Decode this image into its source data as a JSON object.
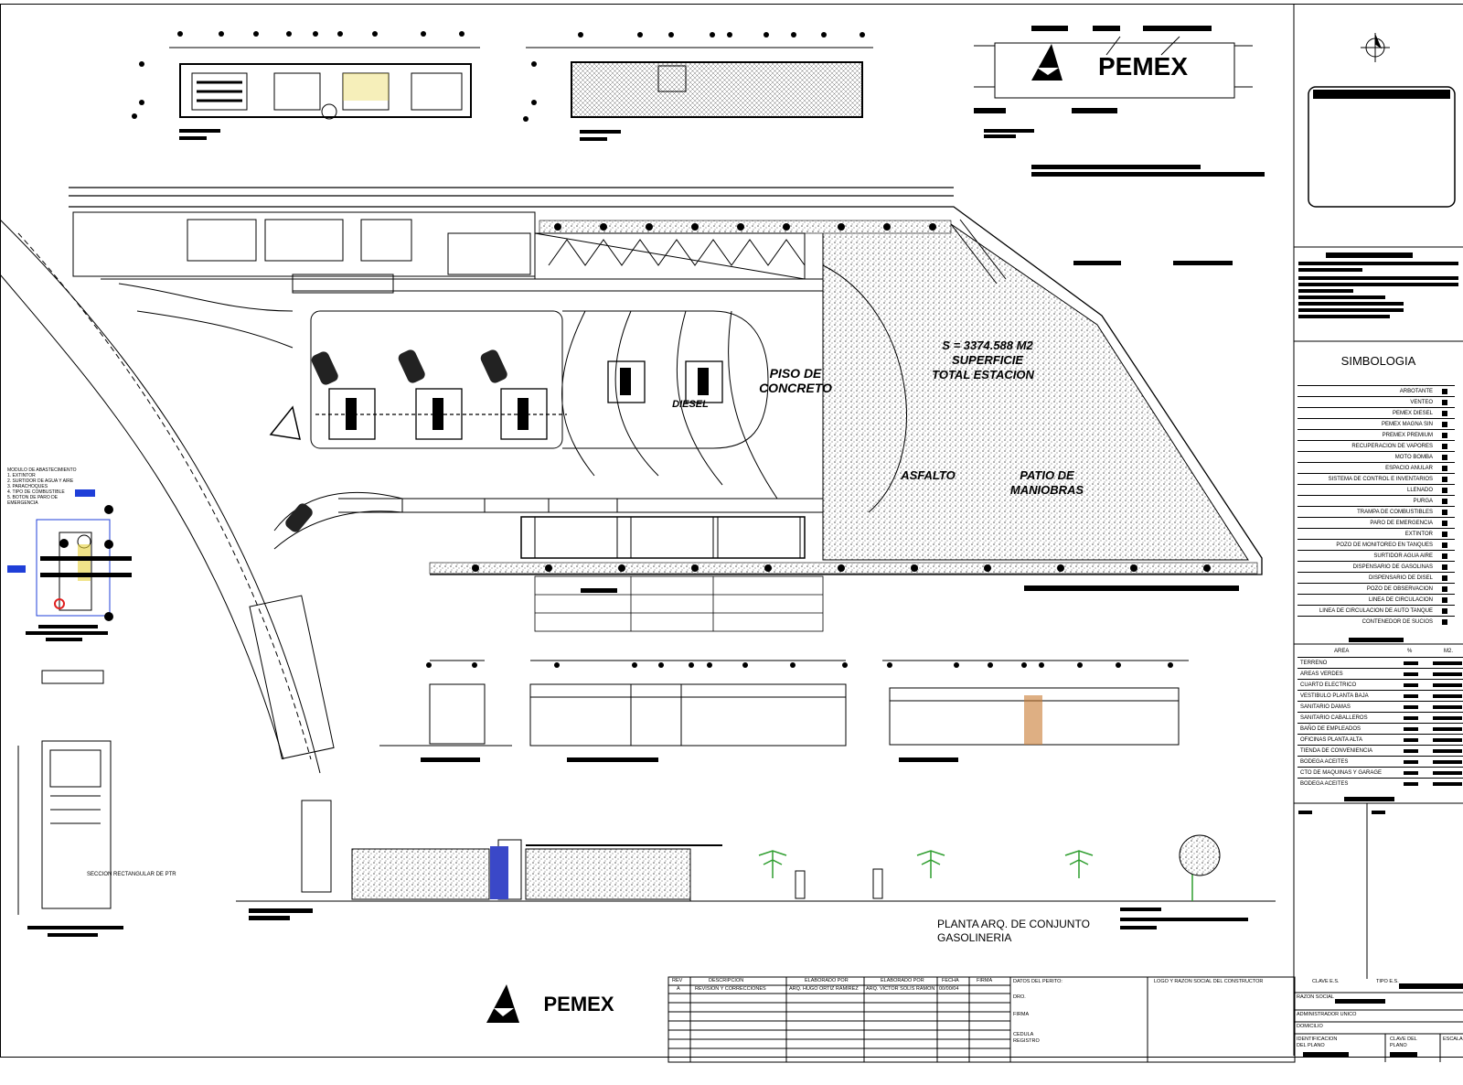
{
  "drawing": {
    "sheet_title_line1": "PLANTA ARQ. DE CONJUNTO",
    "sheet_title_line2": "GASOLINERIA",
    "brand_top": "PEMEX",
    "brand_bottom": "PEMEX"
  },
  "site_labels": {
    "concrete_line1": "PISO DE",
    "concrete_line2": "CONCRETO",
    "diesel": "DIESEL",
    "area_line1": "S = 3374.588 M2",
    "area_line2": "SUPERFICIE",
    "area_line3": "TOTAL ESTACION",
    "asphalt": "ASFALTO",
    "maneuver_yard": "PATIO DE MANIOBRAS",
    "sign_section": "SECCION RECTANGULAR DE PTR"
  },
  "module_legend": {
    "title": "MODULO DE ABASTECIMIENTO",
    "items": [
      "1. EXTINTOR",
      "2. SURTIDOR DE AGUA Y AIRE",
      "3. PARACHOQUES",
      "4. TIPO DE COMBUSTIBLE",
      "5. BOTON DE PARO DE EMERGENCIA"
    ]
  },
  "simbologia": {
    "title": "SIMBOLOGIA",
    "items": [
      "ARBOTANTE",
      "VENTEO",
      "PEMEX DIESEL",
      "PEMEX MAGNA SIN",
      "PREMEX PREMIUM",
      "RECUPERACION DE VAPORES",
      "MOTO BOMBA",
      "ESPACIO ANULAR",
      "SISTEMA DE CONTROL E INVENTARIOS",
      "LLENADO",
      "PURGA",
      "TRAMPA DE COMBUSTIBLES",
      "PARO DE EMERGENCIA",
      "EXTINTOR",
      "POZO DE MONITOREO EN TANQUES",
      "SURTIDOR AGUA AIRE",
      "DISPENSARIO DE GASOLINAS",
      "DISPENSARIO DE DISEL",
      "POZO DE OBSERVACION",
      "LINEA DE CIRCULACION",
      "LINEA DE CIRCULACION DE AUTO TANQUE",
      "CONTENEDOR DE SUCIOS"
    ]
  },
  "areas": {
    "headers": [
      "AREA",
      "%",
      "M2."
    ],
    "rows": [
      "TERRENO",
      "AREAS VERDES",
      "CUARTO ELECTRICO",
      "VESTIBULO PLANTA BAJA",
      "SANITARIO DAMAS",
      "SANITARIO CABALLEROS",
      "BAÑO DE EMPLEADOS",
      "OFICINAS PLANTA ALTA",
      "TIENDA DE CONVENIENCIA",
      "BODEGA ACEITES",
      "CTO DE MAQUINAS Y  GARAGE",
      "BODEGA ACEITES"
    ]
  },
  "title_block": {
    "revision_headers": [
      "REV",
      "DESCRIPCION",
      "ELABORADO POR",
      "ELABORADO POR",
      "FECHA",
      "FIRMA"
    ],
    "revision_row": [
      "A",
      "REVISION Y CORRECCIONES",
      "ARQ. HUGO ORTIZ RAMIREZ",
      "ARQ. VICTOR SOLIS RAMON",
      "00/00/04",
      ""
    ],
    "perito_label": "DATOS DEL PERITO:",
    "perito_fields": [
      "DRO.",
      "FIRMA",
      "CEDULA REGISTRO"
    ],
    "constructor_label": "LOGO Y RAZON SOCIAL DEL CONSTRUCTOR",
    "clave_label": "CLAVE E.S.",
    "tipo_label": "TIPO E.S.",
    "razon_social": "RAZON SOCIAL",
    "administrador": "ADMINISTRADOR UNICO",
    "domicilio": "DOMICILIO",
    "identificacion": "IDENTIFICACION DEL PLANO",
    "clave_plano": "CLAVE DEL PLANO",
    "escala": "ESCALA"
  },
  "colors": {
    "line": "#000000",
    "hatch": "#8a8a8a",
    "tree": "#2f9e2f",
    "column_blue": "#3a48c8",
    "accent_orange": "#c87a30",
    "marker_red": "#e02020",
    "marker_blue": "#1f3fd8"
  }
}
